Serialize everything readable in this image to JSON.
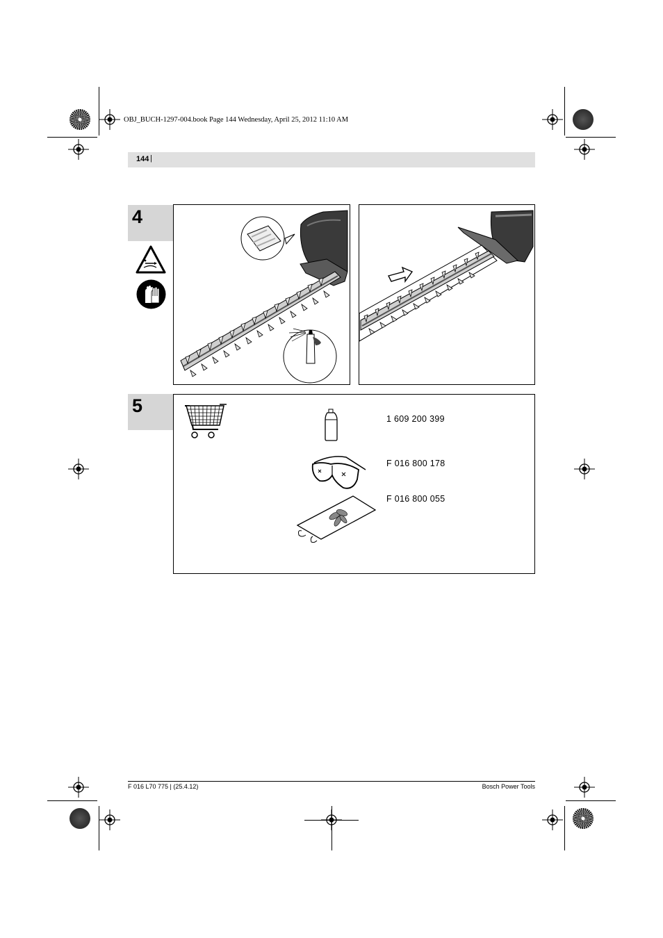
{
  "header": {
    "print_slug": "OBJ_BUCH-1297-004.book  Page 144  Wednesday, April 25, 2012  11:10 AM",
    "page_number": "144",
    "page_separator": "|"
  },
  "sections": [
    {
      "number": "4",
      "icons": [
        "caution-triangle-icon",
        "wear-gloves-icon"
      ]
    },
    {
      "number": "5",
      "icons": [
        "shopping-cart-icon"
      ]
    }
  ],
  "accessories": [
    {
      "icon": "spray-can-icon",
      "part_number": "1 609 200 399"
    },
    {
      "icon": "safety-glasses-icon",
      "part_number": "F 016 800 178"
    },
    {
      "icon": "blade-guard-icon",
      "part_number": "F 016 800 055"
    }
  ],
  "footer": {
    "left": "F 016 L70 775 | (25.4.12)",
    "right": "Bosch Power Tools"
  },
  "colors": {
    "section_tab": "#d6d6d6",
    "page_bar": "#e0e0e0"
  }
}
